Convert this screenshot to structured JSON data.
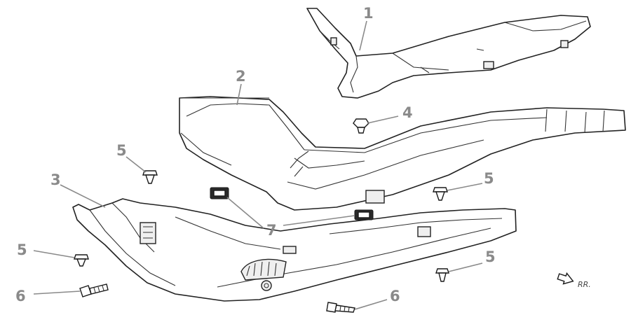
{
  "callouts": {
    "c1": "1",
    "c2": "2",
    "c3": "3",
    "c4": "4",
    "c5a": "5",
    "c5b": "5",
    "c5c": "5",
    "c5d": "5",
    "c6a": "6",
    "c6b": "6",
    "c7": "7"
  },
  "direction_label": "RR.",
  "colors": {
    "line": "#222222",
    "callout": "#8a8a8a",
    "background": "#ffffff"
  }
}
